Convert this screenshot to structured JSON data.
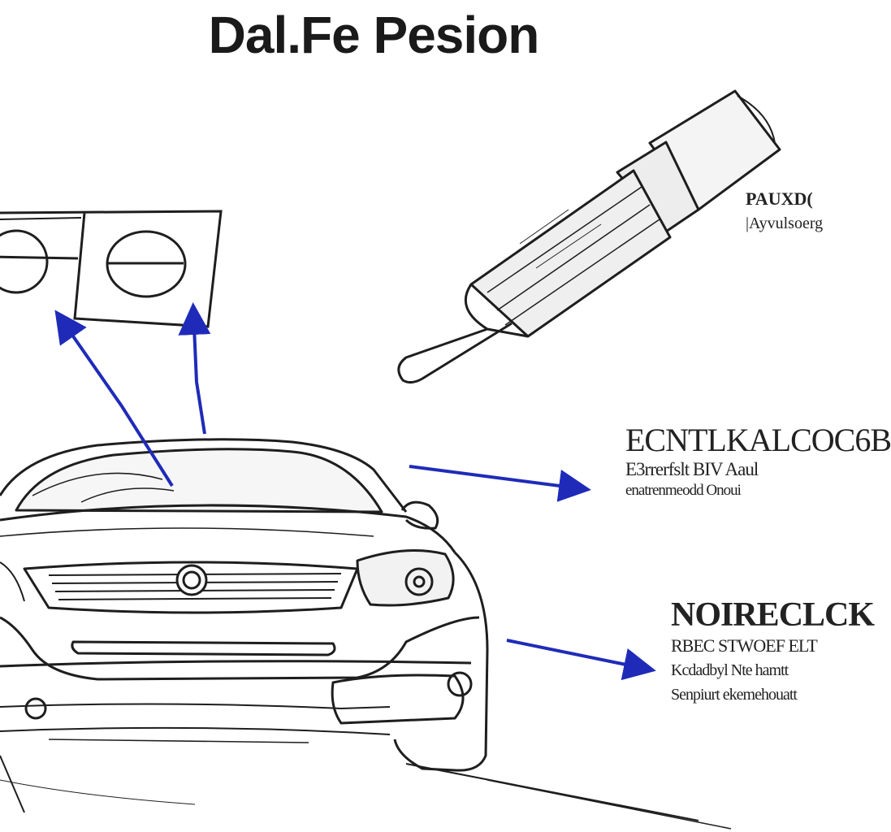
{
  "title": "Dal.Fe Pesion",
  "labels": [
    {
      "heading": "PAUXD(",
      "line1": "|Ayvulsoerg"
    },
    {
      "heading": "ECNTLKALCOC6B",
      "line1": "E3rrerfslt BIV Aaul",
      "line2": "enatrenmeodd Onoui"
    },
    {
      "heading": "NOIRECLCK",
      "line1": "RBEC STWOEF ELT",
      "line2": "Kcdadbyl Nte hamtt",
      "line3": "Senpiurt ekemehouatt"
    }
  ],
  "colors": {
    "ink": "#1e1e1e",
    "arrow": "#1f2bb8",
    "paper": "#ffffff"
  },
  "icons": [
    "gauge-icon",
    "spark-plug-icon",
    "car-front-icon",
    "arrow-icon"
  ]
}
